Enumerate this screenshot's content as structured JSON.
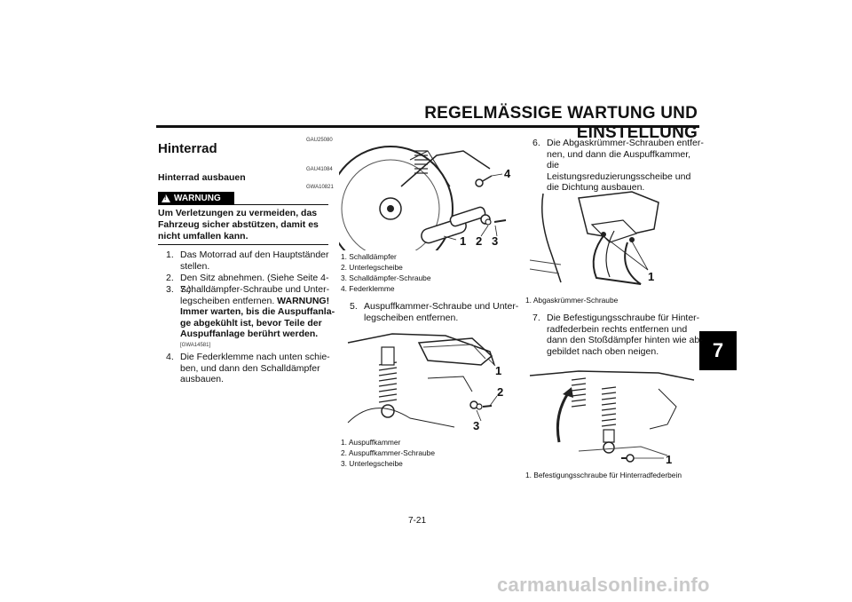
{
  "header": {
    "title": "REGELMÄSSIGE WARTUNG UND EINSTELLUNG",
    "chapter": "7"
  },
  "left_column": {
    "section_code": "GAU25080",
    "section_title": "Hinterrad",
    "subsection_code": "GAU41084",
    "subsection_title": "Hinterrad ausbauen",
    "warning_code": "GWA10821",
    "warning_label": "WARNUNG",
    "warning_text": [
      "Um Verletzungen zu vermeiden, das",
      "Fahrzeug sicher abstützen, damit es",
      "nicht umfallen kann."
    ],
    "steps": [
      {
        "num": "1.",
        "lines": [
          "Das Motorrad auf den Hauptständer",
          "stellen."
        ]
      },
      {
        "num": "2.",
        "lines": [
          "Den Sitz abnehmen. (Siehe Seite 4-7.)"
        ]
      },
      {
        "num": "3.",
        "lines": [
          "Schalldämpfer-Schraube und Unter-",
          "legscheiben entfernen."
        ]
      }
    ],
    "step3_warning": "WARNUNG!",
    "step3_bold_lines": [
      "Immer warten, bis die Auspuffanla-",
      "ge abgekühlt ist, bevor Teile der",
      "Auspuffanlage berührt werden."
    ],
    "step3_code": "[GWA14581]",
    "step4": {
      "num": "4.",
      "lines": [
        "Die Federklemme nach unten schie-",
        "ben, und dann den Schalldämpfer",
        "ausbauen."
      ]
    }
  },
  "middle_column": {
    "figure1_callouts": [
      "1",
      "2",
      "3",
      "4"
    ],
    "figure1_captions": [
      "1. Schalldämpfer",
      "2. Unterlegscheibe",
      "3. Schalldämpfer-Schraube",
      "4. Federklemme"
    ],
    "step5": {
      "num": "5.",
      "lines": [
        "Auspuffkammer-Schraube und Unter-",
        "legscheiben entfernen."
      ]
    },
    "figure2_callouts": [
      "1",
      "2",
      "3"
    ],
    "figure2_captions": [
      "1. Auspuffkammer",
      "2. Auspuffkammer-Schraube",
      "3. Unterlegscheibe"
    ]
  },
  "right_column": {
    "step6": {
      "num": "6.",
      "lines": [
        "Die Abgaskrümmer-Schrauben entfer-",
        "nen, und dann die Auspuffkammer, die",
        "Leistungsreduzierungsscheibe und",
        "die Dichtung ausbauen."
      ]
    },
    "figure3_callouts": [
      "1"
    ],
    "figure3_captions": [
      "1. Abgaskrümmer-Schraube"
    ],
    "step7": {
      "num": "7.",
      "lines": [
        "Die Befestigungsschraube für Hinter-",
        "radfederbein rechts entfernen und",
        "dann den Stoßdämpfer hinten wie ab-",
        "gebildet nach oben neigen."
      ]
    },
    "figure4_callouts": [
      "1"
    ],
    "figure4_captions": [
      "1. Befestigungsschraube für Hinterradfederbein"
    ]
  },
  "footer": {
    "page_number": "7-21",
    "watermark": "carmanualsonline.info"
  }
}
